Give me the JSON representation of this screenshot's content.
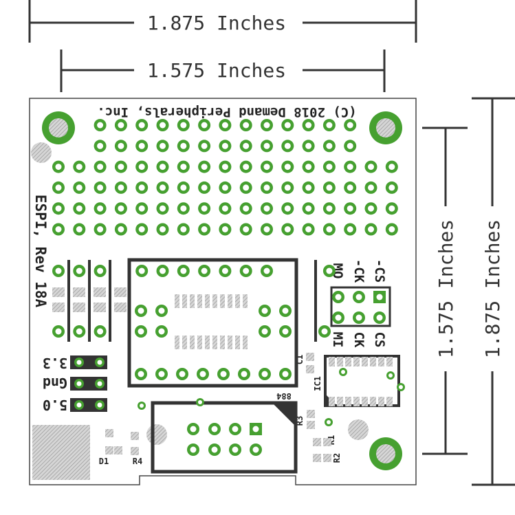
{
  "dimensions": {
    "top_outer": "1.875 Inches",
    "top_inner": "1.575 Inches",
    "right_inner": "1.575 Inches",
    "right_outer": "1.875 Inches"
  },
  "silkscreen": {
    "copyright": "(C) 2018 Demand Peripherals, Inc.",
    "board_name": "ESPI, Rev 18A",
    "header_top": {
      "mo": "MO",
      "ck": "-CK",
      "cs": "-CS"
    },
    "header_bottom": {
      "mi": "MI",
      "ck": "CK",
      "cs": "CS"
    },
    "pwr_33": "3.3",
    "gnd": "Gnd",
    "pwr_50": "5.0",
    "c1": "C1",
    "ic1": "IC1",
    "r1": "R1",
    "r2": "R2",
    "r3": "R3",
    "r4": "R4",
    "d1": "D1",
    "part_code": "884"
  },
  "colors": {
    "pad": "#46a030",
    "pad_hole": "#ffffff",
    "silk": "#333333",
    "board": "#ffffff",
    "hatch": "#aaaaaa"
  }
}
